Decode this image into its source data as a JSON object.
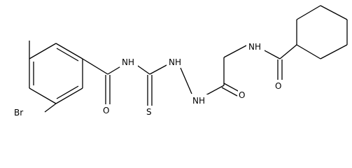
{
  "structure": {
    "atoms": {
      "br": "Br",
      "o1": "O",
      "nh1": "NH",
      "s": "S",
      "nh2": "NH",
      "nh3": "NH",
      "o2": "O",
      "nh4": "NH",
      "o3": "O"
    }
  }
}
